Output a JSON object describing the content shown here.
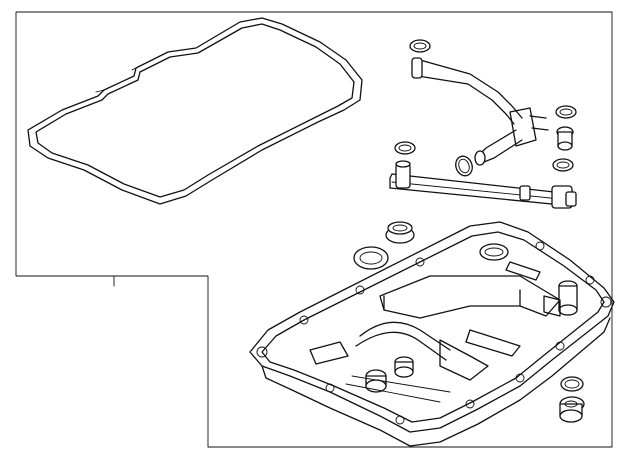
{
  "diagram": {
    "parts": [
      {
        "id": "pan-gasket",
        "icon": "gasket-outline"
      },
      {
        "id": "suction-tube",
        "icon": "curved-tube"
      },
      {
        "id": "oil-tube",
        "icon": "straight-tube"
      },
      {
        "id": "o-rings",
        "icon": "o-ring"
      },
      {
        "id": "drain-plug",
        "icon": "plug"
      },
      {
        "id": "oil-pan",
        "icon": "transmission-pan"
      }
    ],
    "colors": {
      "line": "#111111",
      "background": "#ffffff"
    }
  }
}
